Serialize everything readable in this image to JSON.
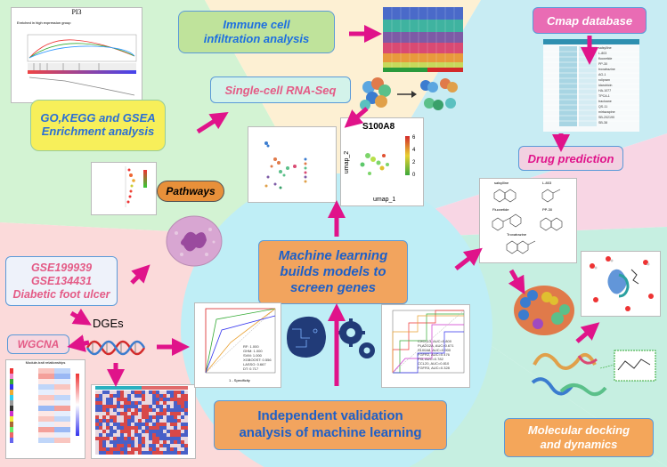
{
  "title_boxes": {
    "immune": "Immune cell\ninfiltration analysis",
    "cmap": "Cmap database",
    "scrna": "Single-cell RNA-Seq",
    "go": "GO,KEGG and GSEA\nEnrichment analysis",
    "drug": "Drug prediction",
    "pathways": "Pathways",
    "ml": "Machine learning\nbuilds models to\nscreen genes",
    "gse": "GSE199939\nGSE134431\nDiabetic foot ulcer",
    "wgcna": "WGCNA",
    "validation": "Independent validation\nanalysis of machine learning",
    "docking": "Molecular docking\nand dynamics"
  },
  "labels": {
    "degs": "DGEs",
    "gsea_gene": "PI3",
    "gsea_sub": "Enriched in high expression group",
    "umap_gene": "S100A8",
    "umap_x": "umap_1",
    "umap_y": "umap_2",
    "roc_x": "1 - Specificity",
    "roc_y": "Sensitivity",
    "heat_title": "Module-trait relationships"
  },
  "roc1_legend": [
    "RF: 1.000",
    "GHM: 1.000",
    "SVM: 1.000",
    "XGBOOST: 0.556",
    "LASSO: 0.667",
    "DT: 0.717"
  ],
  "roc2_legend": [
    "CXCL13, AUC=0.800",
    "PLA2G2A, AUC=0.671",
    "S100A8, AUC=0.900",
    "FGFR2, AUC=0.476",
    "PI3, AUC=0.782",
    "CCL20, AUC=0.810",
    "FGFR3, AUC=0.328"
  ],
  "drugs": [
    "salsylline",
    "L-803",
    "Fluoxetide",
    "PP-30",
    "Troxatrazine"
  ],
  "cmap_rows": [
    "salsylline",
    "L-803",
    "fluoxetide",
    "PP-30",
    "troxatrazine",
    "AG-1",
    "rolipram",
    "idarubicin",
    "HA-1077",
    "TPCA-1",
    "tracloane",
    "QS-11",
    "mirtazapine",
    "SB-202190",
    "SB-38"
  ],
  "umap_scale": [
    "6",
    "4",
    "2",
    "0"
  ],
  "colors": {
    "green_panel": "#c9f0c9",
    "yellow_panel": "#fdf1cf",
    "cyan_panel": "#c4ecf0",
    "pink_panel": "#f8d4e2",
    "mint_panel": "#c6efe0",
    "red_panel": "#f9dada",
    "center_circle": "#bfeff5",
    "arrow": "#e0138a",
    "title_blue": "#2a6fd6",
    "orange_box": "#f4a460"
  }
}
